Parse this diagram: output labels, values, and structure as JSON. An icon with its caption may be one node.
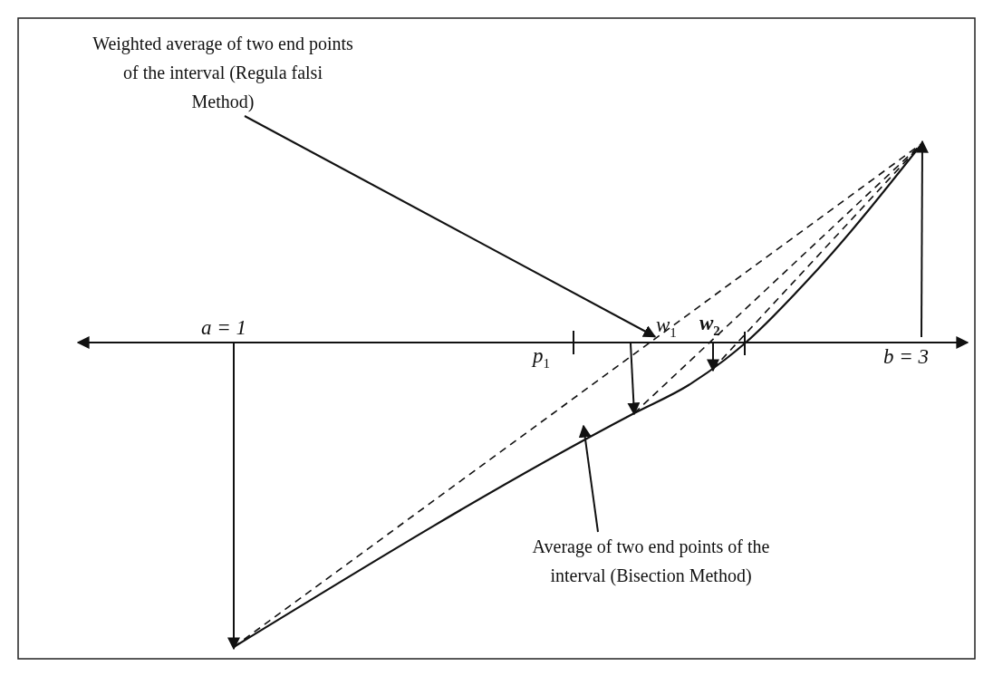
{
  "diagram": {
    "nodes": [
      {
        "text": [
          "Weighted average of two end points of the interval (Regula falsi Method)"
        ]
      },
      {
        "text": [
          "Average of two end points of the interval (Bisection Method)"
        ]
      },
      {
        "text": [
          "w$_{1}$"
        ]
      }
    ],
    "edges": [
      {
        "from": 0,
        "to": 2,
        "arrow": "to"
      },
      {
        "from": 1,
        "to": null,
        "arrow": "to"
      }
    ],
    "labels": [
      "a = 1",
      "w$_{2}$",
      "p$_{1}$",
      "b = 3"
    ]
  }
}
